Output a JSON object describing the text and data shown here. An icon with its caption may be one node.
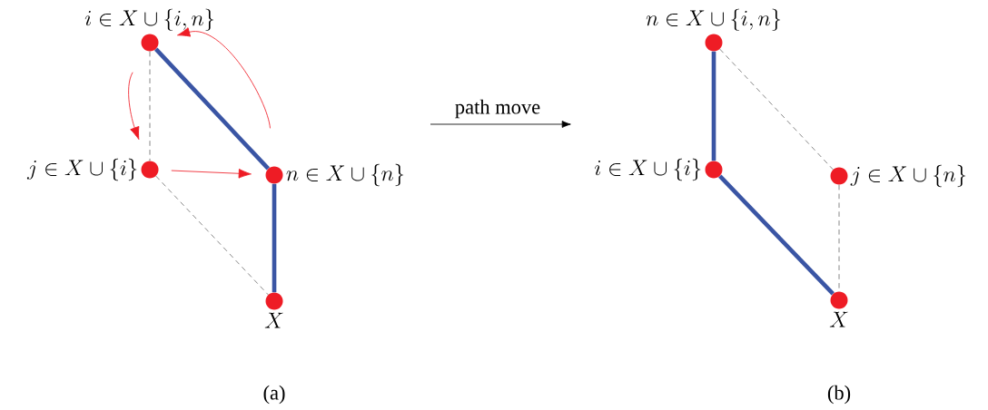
{
  "diagram": {
    "nodes": [
      {
        "text": [],
        "shape": "circle",
        "beside": [
          "i \\in X \\cup \\{i, n\\}"
        ]
      },
      {
        "text": [],
        "shape": "circle",
        "beside": [
          "j \\in X \\cup \\{i\\}"
        ]
      },
      {
        "text": [],
        "shape": "circle",
        "beside": [
          "n \\in X \\cup \\{n\\}"
        ]
      },
      {
        "text": [],
        "shape": "circle",
        "beside": [
          "X"
        ]
      },
      {
        "text": [],
        "shape": "circle",
        "beside": [
          "n \\in X \\cup \\{i, n\\}"
        ]
      },
      {
        "text": [],
        "shape": "circle",
        "beside": [
          "i \\in X \\cup \\{i\\}"
        ]
      },
      {
        "text": [],
        "shape": "circle",
        "beside": [
          "j \\in X \\cup \\{n\\}"
        ]
      },
      {
        "text": [],
        "shape": "circle",
        "beside": [
          "X"
        ]
      }
    ],
    "edges": [
      {
        "from": 0,
        "to": 2,
        "arrow": "none",
        "style": "thick",
        "color": "#3a55a4"
      },
      {
        "from": 2,
        "to": 3,
        "arrow": "none",
        "style": "thick",
        "color": "#3a55a4"
      },
      {
        "from": 0,
        "to": 1,
        "arrow": "none",
        "style": "dashed"
      },
      {
        "from": 1,
        "to": 3,
        "arrow": "none",
        "style": "dashed"
      },
      {
        "from": 0,
        "to": 1,
        "arrow": "to",
        "color": "#ee1c25"
      },
      {
        "from": 1,
        "to": 2,
        "arrow": "to",
        "color": "#ee1c25"
      },
      {
        "from": 2,
        "to": 0,
        "arrow": "to",
        "color": "#ee1c25"
      },
      {
        "from": 4,
        "to": 5,
        "arrow": "none",
        "style": "thick",
        "color": "#3a55a4"
      },
      {
        "from": 5,
        "to": 7,
        "arrow": "none",
        "style": "thick",
        "color": "#3a55a4"
      },
      {
        "from": 4,
        "to": 6,
        "arrow": "none",
        "style": "dashed"
      },
      {
        "from": 6,
        "to": 7,
        "arrow": "none",
        "style": "dashed"
      }
    ],
    "labels": [
      "path move",
      "(a)",
      "(b)"
    ]
  }
}
